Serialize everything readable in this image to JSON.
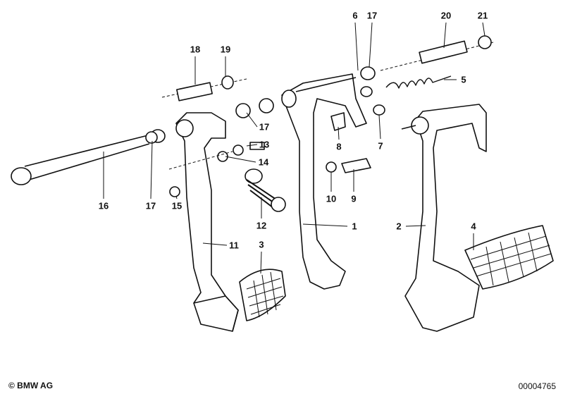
{
  "diagram": {
    "labels": [
      "18",
      "19",
      "6",
      "17",
      "20",
      "21",
      "5",
      "17",
      "13",
      "14",
      "8",
      "7",
      "16",
      "17",
      "15",
      "12",
      "10",
      "9",
      "1",
      "2",
      "4",
      "11",
      "3"
    ]
  },
  "footer": {
    "copyright": "© BMW AG",
    "diagram_number": "00004765"
  }
}
